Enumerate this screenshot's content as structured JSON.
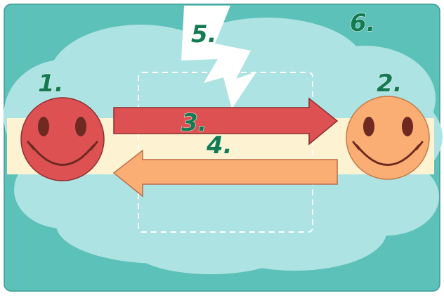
{
  "labels": {
    "person_a": "1.",
    "person_b": "2.",
    "arrow_top": "3.",
    "arrow_bottom": "4.",
    "lightning": "5.",
    "environment": "6."
  },
  "colors": {
    "frame": "#5cc1b9",
    "cloud": "#ade3e3",
    "band": "#fdf2d2",
    "person_a": "#dd5153",
    "person_b": "#fbae74",
    "arrow_top": "#dd5153",
    "arrow_bottom": "#fbae74",
    "label": "#137a52",
    "face_features": "#6e2a20"
  },
  "icons": {
    "person_a": "smiley-face-icon",
    "person_b": "smiley-face-icon",
    "lightning": "lightning-bolt-icon"
  }
}
